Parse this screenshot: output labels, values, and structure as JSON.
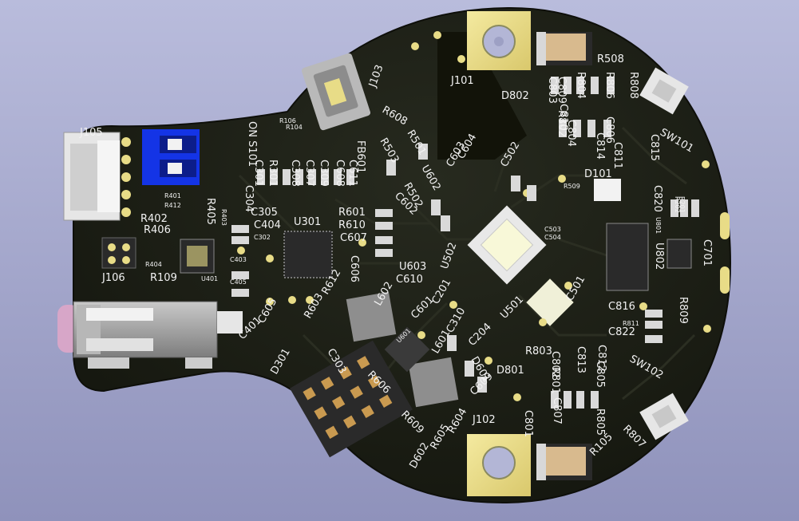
{
  "board": {
    "colors": {
      "background_top": "#b9bcdc",
      "background_bottom": "#8f92bb",
      "soldermask": "#1d1f17",
      "copper_trace": "#26291f",
      "silkscreen": "#f2f2f2",
      "pad_gold": "#e8dc87",
      "connector_white": "#e6e6e6",
      "switch_blue": "#1434e6",
      "jack_pink": "#d7a6c8",
      "jack_body": "#9a9a9a",
      "capacitor_tan": "#d8ba8e",
      "chip_black": "#2a2a2a"
    }
  },
  "icons": [
    "dip-switch-icon",
    "usb-micro-connector-icon",
    "audio-jack-icon",
    "jst-connector-icon",
    "tactile-switch-icon",
    "led-icon",
    "mounting-hole-icon"
  ],
  "labels": [
    {
      "id": "j101",
      "text": "J101",
      "size": "lg"
    },
    {
      "id": "j102",
      "text": "J102",
      "size": "lg"
    },
    {
      "id": "j103",
      "text": "J103",
      "size": "lg"
    },
    {
      "id": "j105",
      "text": "J105",
      "size": "lg"
    },
    {
      "id": "j106",
      "text": "J106",
      "size": "lg"
    },
    {
      "id": "s101",
      "text": "ON S101",
      "size": "lg"
    },
    {
      "id": "sw101",
      "text": "SW101",
      "size": "lg"
    },
    {
      "id": "sw102",
      "text": "SW102",
      "size": "lg"
    },
    {
      "id": "u301",
      "text": "U301",
      "size": "lg"
    },
    {
      "id": "u401",
      "text": "U401",
      "size": "sm"
    },
    {
      "id": "u501",
      "text": "U501",
      "size": "lg"
    },
    {
      "id": "u502",
      "text": "U502",
      "size": "lg"
    },
    {
      "id": "u601",
      "text": "U601",
      "size": "sm"
    },
    {
      "id": "u602",
      "text": "U602",
      "size": "lg"
    },
    {
      "id": "u603",
      "text": "U603",
      "size": "lg"
    },
    {
      "id": "u801",
      "text": "U801",
      "size": "sm"
    },
    {
      "id": "u802",
      "text": "U802",
      "size": "lg"
    },
    {
      "id": "d101",
      "text": "D101",
      "size": "lg"
    },
    {
      "id": "d301",
      "text": "D301",
      "size": "lg"
    },
    {
      "id": "d601",
      "text": "D601",
      "size": "lg"
    },
    {
      "id": "d602",
      "text": "D602",
      "size": "lg"
    },
    {
      "id": "d801",
      "text": "D801",
      "size": "lg"
    },
    {
      "id": "d802",
      "text": "D802",
      "size": "lg"
    },
    {
      "id": "l601",
      "text": "L601",
      "size": "lg"
    },
    {
      "id": "l602",
      "text": "L602",
      "size": "lg"
    },
    {
      "id": "fb601",
      "text": "FB601",
      "size": "lg"
    },
    {
      "id": "c201",
      "text": "C201",
      "size": "lg"
    },
    {
      "id": "c204",
      "text": "C204",
      "size": "lg"
    },
    {
      "id": "c301",
      "text": "C301",
      "size": "lg"
    },
    {
      "id": "c302",
      "text": "C302",
      "size": "sm"
    },
    {
      "id": "c303",
      "text": "C303",
      "size": "lg"
    },
    {
      "id": "c304",
      "text": "C304",
      "size": "lg"
    },
    {
      "id": "c305",
      "text": "C305",
      "size": "lg"
    },
    {
      "id": "c307",
      "text": "C307",
      "size": "lg"
    },
    {
      "id": "c308",
      "text": "C308",
      "size": "lg"
    },
    {
      "id": "c309",
      "text": "C309",
      "size": "lg"
    },
    {
      "id": "c310",
      "text": "C310",
      "size": "lg"
    },
    {
      "id": "c401",
      "text": "C401",
      "size": "lg"
    },
    {
      "id": "c403",
      "text": "C403",
      "size": "sm"
    },
    {
      "id": "c404",
      "text": "C404",
      "size": "lg"
    },
    {
      "id": "c405",
      "text": "C405",
      "size": "sm"
    },
    {
      "id": "c501",
      "text": "C501",
      "size": "lg"
    },
    {
      "id": "c502",
      "text": "C502",
      "size": "lg"
    },
    {
      "id": "c503",
      "text": "C503",
      "size": "sm"
    },
    {
      "id": "c504",
      "text": "C504",
      "size": "sm"
    },
    {
      "id": "c601",
      "text": "C601",
      "size": "lg"
    },
    {
      "id": "c602",
      "text": "C602",
      "size": "lg"
    },
    {
      "id": "c603",
      "text": "C603",
      "size": "lg"
    },
    {
      "id": "c604",
      "text": "C604",
      "size": "lg"
    },
    {
      "id": "c605",
      "text": "C605",
      "size": "lg"
    },
    {
      "id": "c606",
      "text": "C606",
      "size": "lg"
    },
    {
      "id": "c607",
      "text": "C607",
      "size": "lg"
    },
    {
      "id": "c608",
      "text": "C608",
      "size": "lg"
    },
    {
      "id": "c609",
      "text": "C609",
      "size": "lg"
    },
    {
      "id": "c610",
      "text": "C610",
      "size": "lg"
    },
    {
      "id": "c611",
      "text": "C611",
      "size": "lg"
    },
    {
      "id": "c701",
      "text": "C701",
      "size": "lg"
    },
    {
      "id": "c801",
      "text": "C801",
      "size": "lg"
    },
    {
      "id": "c802",
      "text": "C802",
      "size": "lg"
    },
    {
      "id": "c803",
      "text": "C803",
      "size": "lg"
    },
    {
      "id": "c804",
      "text": "C804",
      "size": "lg"
    },
    {
      "id": "c805",
      "text": "C805",
      "size": "lg"
    },
    {
      "id": "c806",
      "text": "C806",
      "size": "lg"
    },
    {
      "id": "c807",
      "text": "C807",
      "size": "lg"
    },
    {
      "id": "c809",
      "text": "C809",
      "size": "lg"
    },
    {
      "id": "c810",
      "text": "C810",
      "size": "lg"
    },
    {
      "id": "c811",
      "text": "C811",
      "size": "lg"
    },
    {
      "id": "c812",
      "text": "C812",
      "size": "lg"
    },
    {
      "id": "c813",
      "text": "C813",
      "size": "lg"
    },
    {
      "id": "c814",
      "text": "C814",
      "size": "lg"
    },
    {
      "id": "c815",
      "text": "C815",
      "size": "lg"
    },
    {
      "id": "c816",
      "text": "C816",
      "size": "lg"
    },
    {
      "id": "c820",
      "text": "C820",
      "size": "lg"
    },
    {
      "id": "c822",
      "text": "C822",
      "size": "lg"
    },
    {
      "id": "r104",
      "text": "R104",
      "size": "sm"
    },
    {
      "id": "r105",
      "text": "R105",
      "size": "lg"
    },
    {
      "id": "r106",
      "text": "R106",
      "size": "sm"
    },
    {
      "id": "r109",
      "text": "R109",
      "size": "lg"
    },
    {
      "id": "r201",
      "text": "R201",
      "size": "sm"
    },
    {
      "id": "r202",
      "text": "R202",
      "size": "sm"
    },
    {
      "id": "r301",
      "text": "R301",
      "size": "lg"
    },
    {
      "id": "r401",
      "text": "R401",
      "size": "sm"
    },
    {
      "id": "r402",
      "text": "R402",
      "size": "lg"
    },
    {
      "id": "r403",
      "text": "R403",
      "size": "sm"
    },
    {
      "id": "r404",
      "text": "R404",
      "size": "sm"
    },
    {
      "id": "r405",
      "text": "R405",
      "size": "lg"
    },
    {
      "id": "r406",
      "text": "R406",
      "size": "lg"
    },
    {
      "id": "r412",
      "text": "R412",
      "size": "sm"
    },
    {
      "id": "r501",
      "text": "R501",
      "size": "lg"
    },
    {
      "id": "r502",
      "text": "R502",
      "size": "lg"
    },
    {
      "id": "r503",
      "text": "R503",
      "size": "lg"
    },
    {
      "id": "r508",
      "text": "R508",
      "size": "lg"
    },
    {
      "id": "r509",
      "text": "R509",
      "size": "sm"
    },
    {
      "id": "r601",
      "text": "R601",
      "size": "lg"
    },
    {
      "id": "r603",
      "text": "R603",
      "size": "lg"
    },
    {
      "id": "r604",
      "text": "R604",
      "size": "lg"
    },
    {
      "id": "r605",
      "text": "R605",
      "size": "lg"
    },
    {
      "id": "r606",
      "text": "R606",
      "size": "lg"
    },
    {
      "id": "r608",
      "text": "R608",
      "size": "lg"
    },
    {
      "id": "r609",
      "text": "R609",
      "size": "lg"
    },
    {
      "id": "r610",
      "text": "R610",
      "size": "lg"
    },
    {
      "id": "r612",
      "text": "R612",
      "size": "lg"
    },
    {
      "id": "r801",
      "text": "R801",
      "size": "lg"
    },
    {
      "id": "r802",
      "text": "R802",
      "size": "lg"
    },
    {
      "id": "r803",
      "text": "R803",
      "size": "lg"
    },
    {
      "id": "r804",
      "text": "R804",
      "size": "lg"
    },
    {
      "id": "r805",
      "text": "R805",
      "size": "lg"
    },
    {
      "id": "r806",
      "text": "R806",
      "size": "lg"
    },
    {
      "id": "r807",
      "text": "R807",
      "size": "lg"
    },
    {
      "id": "r808",
      "text": "R808",
      "size": "lg"
    },
    {
      "id": "r809",
      "text": "R809",
      "size": "lg"
    },
    {
      "id": "r811",
      "text": "R811",
      "size": "sm"
    }
  ]
}
